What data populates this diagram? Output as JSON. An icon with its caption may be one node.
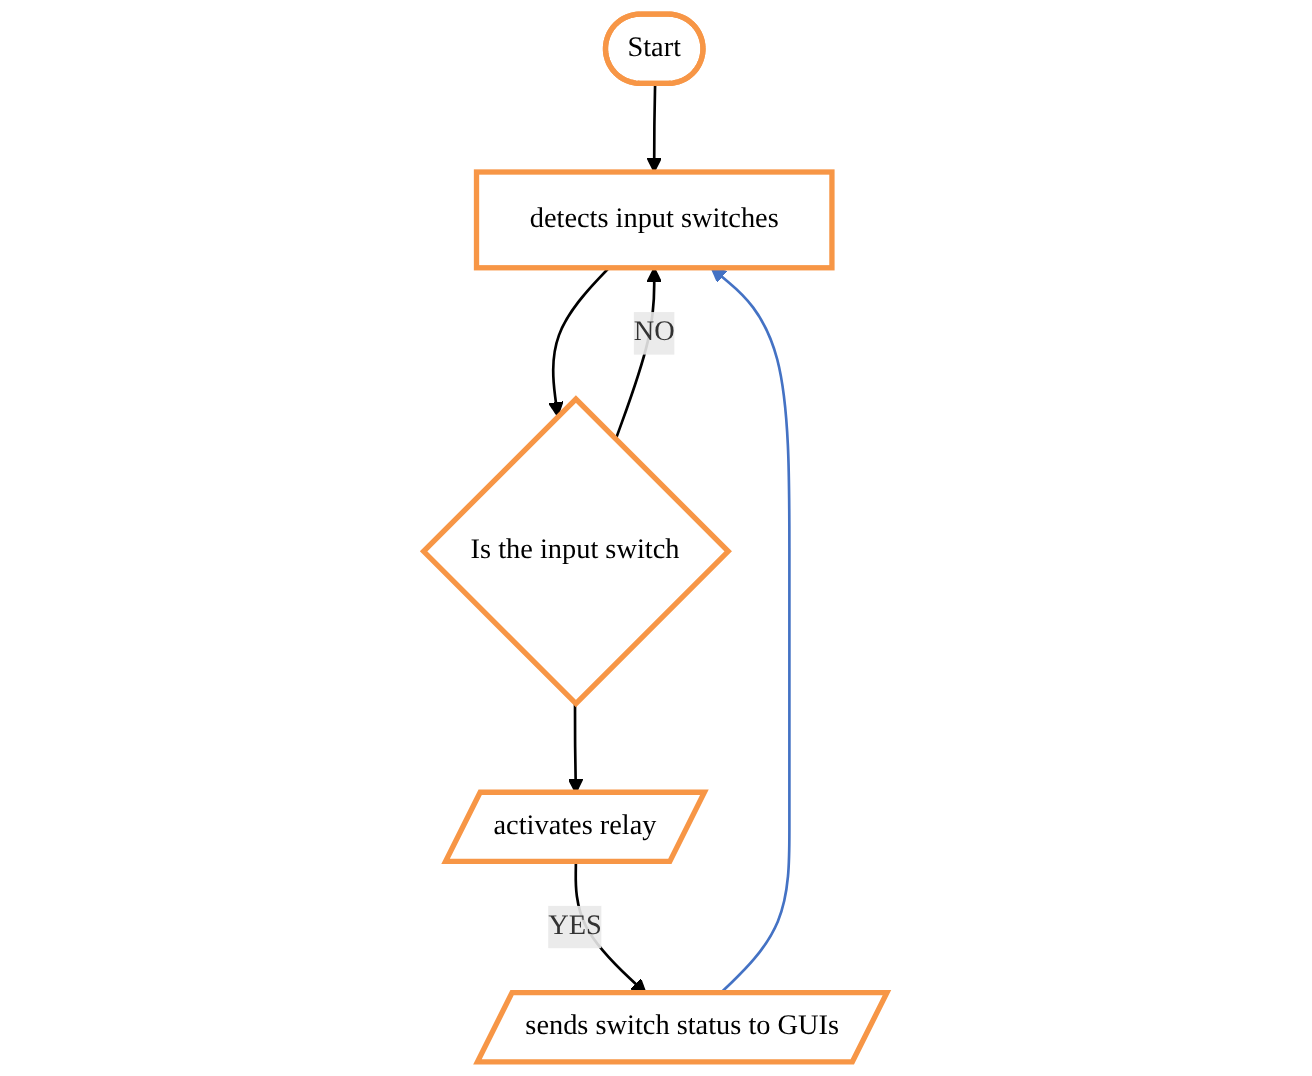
{
  "diagram": {
    "nodes": [
      {
        "text": [
          "Start"
        ]
      },
      {
        "text": [
          "detects input switches"
        ]
      },
      {
        "text": [
          "Is the input switch"
        ]
      },
      {
        "text": [
          "activates relay"
        ]
      },
      {
        "text": [
          "sends switch status to GUIs"
        ]
      }
    ],
    "edges": [
      {
        "from": 0,
        "to": 1,
        "arrow": "to"
      },
      {
        "from": 1,
        "to": 2,
        "arrow": "to"
      },
      {
        "from": 2,
        "to": 1,
        "arrow": "to",
        "label": "NO"
      },
      {
        "from": 2,
        "to": 3,
        "arrow": "to"
      },
      {
        "from": 3,
        "to": 4,
        "arrow": "to",
        "label": "YES"
      },
      {
        "from": 4,
        "to": 1,
        "arrow": "to",
        "color": "#4472c4"
      }
    ]
  }
}
